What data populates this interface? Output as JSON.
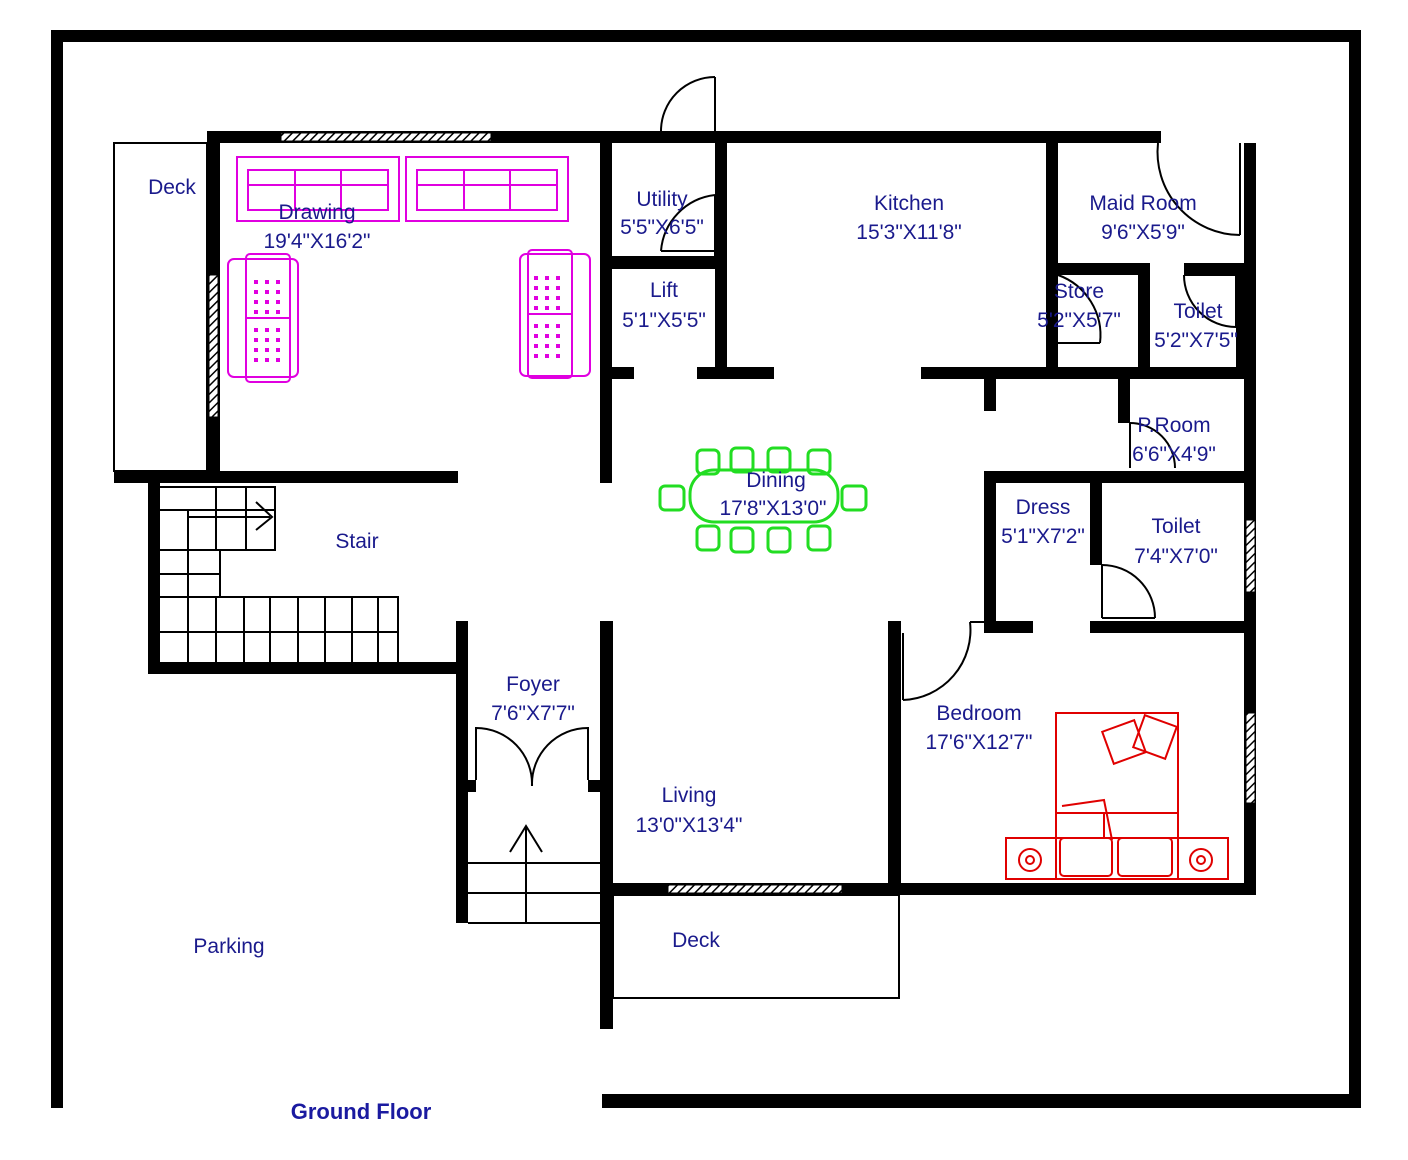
{
  "title": "Ground Floor",
  "rooms": {
    "deck_left": {
      "name": "Deck"
    },
    "drawing": {
      "name": "Drawing",
      "size": "19'4\"X16'2\""
    },
    "utility": {
      "name": "Utility",
      "size": "5'5\"X6'5\""
    },
    "lift": {
      "name": "Lift",
      "size": "5'1\"X5'5\""
    },
    "kitchen": {
      "name": "Kitchen",
      "size": "15'3\"X11'8\""
    },
    "maid_room": {
      "name": "Maid Room",
      "size": "9'6\"X5'9\""
    },
    "store": {
      "name": "Store",
      "size": "5'2\"X5'7\""
    },
    "toilet_maid": {
      "name": "Toilet",
      "size": "5'2\"X7'5\""
    },
    "p_room": {
      "name": "P.Room",
      "size": "6'6\"X4'9\""
    },
    "stair": {
      "name": "Stair"
    },
    "dining": {
      "name": "Dining",
      "size": "17'8\"X13'0\""
    },
    "dress": {
      "name": "Dress",
      "size": "5'1\"X7'2\""
    },
    "toilet_bed": {
      "name": "Toilet",
      "size": "7'4\"X7'0\""
    },
    "foyer": {
      "name": "Foyer",
      "size": "7'6\"X7'7\""
    },
    "bedroom": {
      "name": "Bedroom",
      "size": "17'6\"X12'7\""
    },
    "living": {
      "name": "Living",
      "size": "13'0\"X13'4\""
    },
    "deck_bottom": {
      "name": "Deck"
    },
    "parking": {
      "name": "Parking"
    }
  },
  "colors": {
    "labels": "#1a1a8c",
    "sofa": "#e000e0",
    "dining_set": "#22dd22",
    "bed": "#e00000",
    "walls": "#000000"
  }
}
